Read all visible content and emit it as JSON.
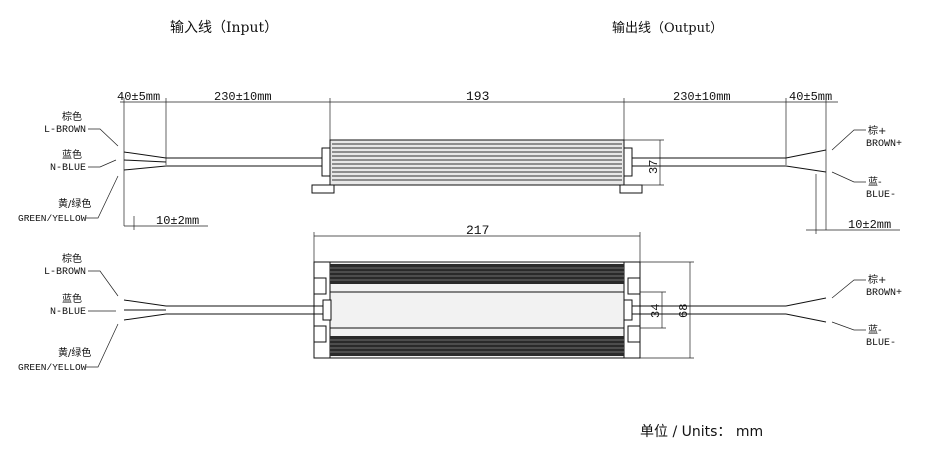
{
  "headings": {
    "input": "输入线（Input）",
    "output": "输出线（Output）"
  },
  "dimensions": {
    "input_strip": "40±5mm",
    "input_cable": "230±10mm",
    "body_length": "193",
    "output_cable": "230±10mm",
    "output_strip": "40±5mm",
    "height": "37",
    "input_tin": "10±2mm",
    "output_tin": "10±2mm",
    "total_length": "217",
    "mount_width": "34",
    "width": "68"
  },
  "input_wires": {
    "brown_cn": "棕色",
    "brown_en": "L-BROWN",
    "blue_cn": "蓝色",
    "blue_en": "N-BLUE",
    "gy_cn": "黄/绿色",
    "gy_en": "GREEN/YELLOW"
  },
  "output_wires": {
    "plus_cn": "棕+",
    "plus_en": "BROWN+",
    "minus_cn": "蓝-",
    "minus_en": "BLUE-"
  },
  "units": "单位 / Units： mm"
}
